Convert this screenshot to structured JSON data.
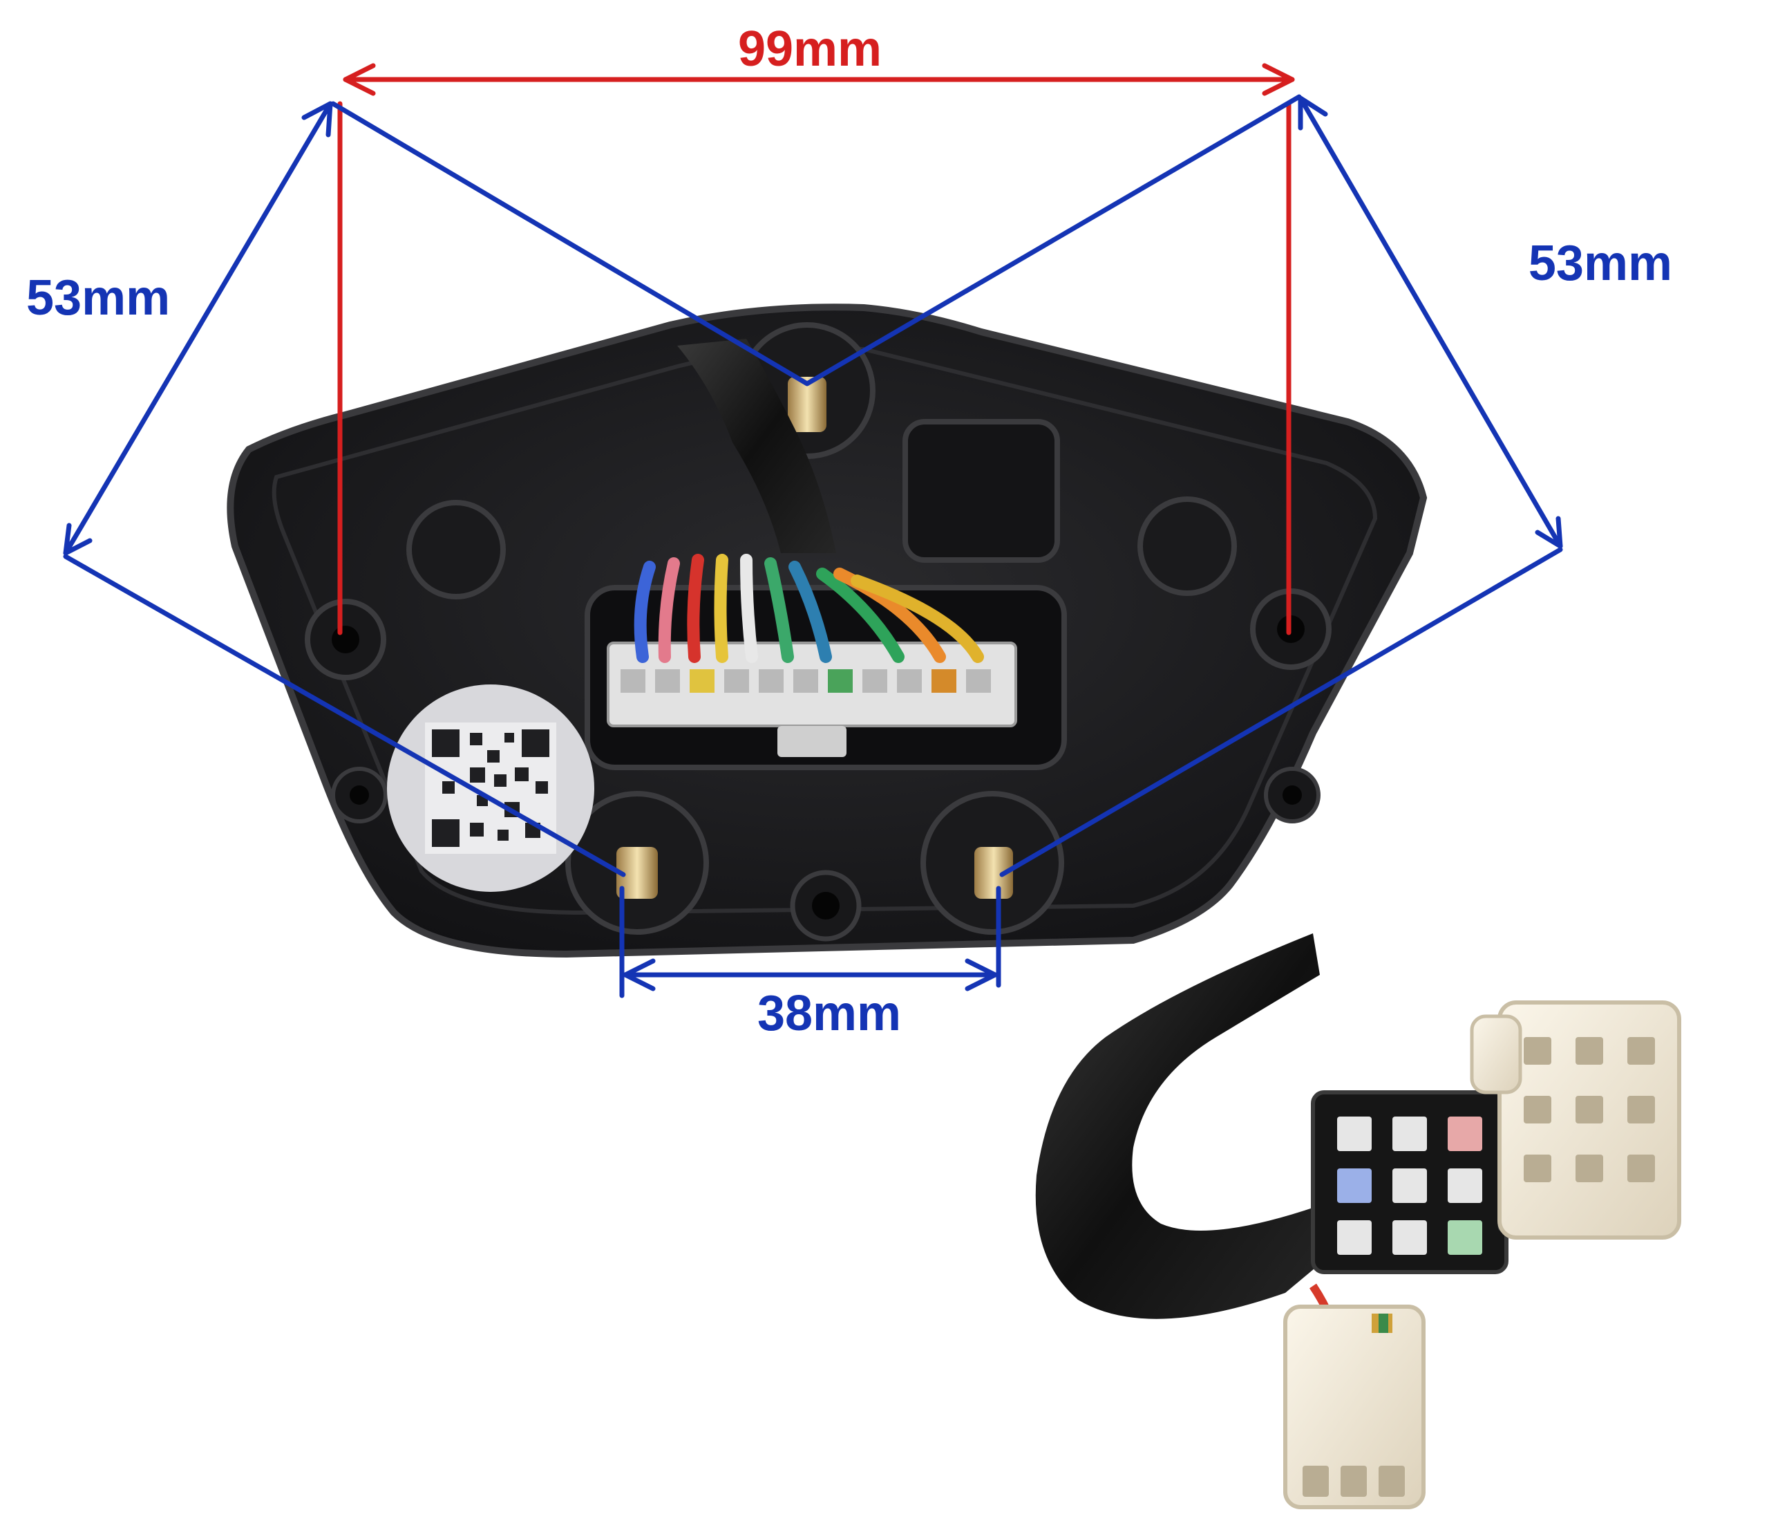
{
  "dimensions": {
    "top_width": "99mm",
    "left_diagonal": "53mm",
    "right_diagonal": "53mm",
    "bottom_width": "38mm"
  },
  "colors": {
    "red_dimension": "#d61f1f",
    "blue_dimension": "#1434b4",
    "housing": "#1c1c1e",
    "housing_edge": "#3a3a3d",
    "connector_white": "#efe7d6",
    "connector_black": "#161616"
  },
  "icons": {
    "qr_sticker": "qr-code-icon",
    "mount_stud": "bolt-icon",
    "arrow": "arrowhead-icon"
  }
}
